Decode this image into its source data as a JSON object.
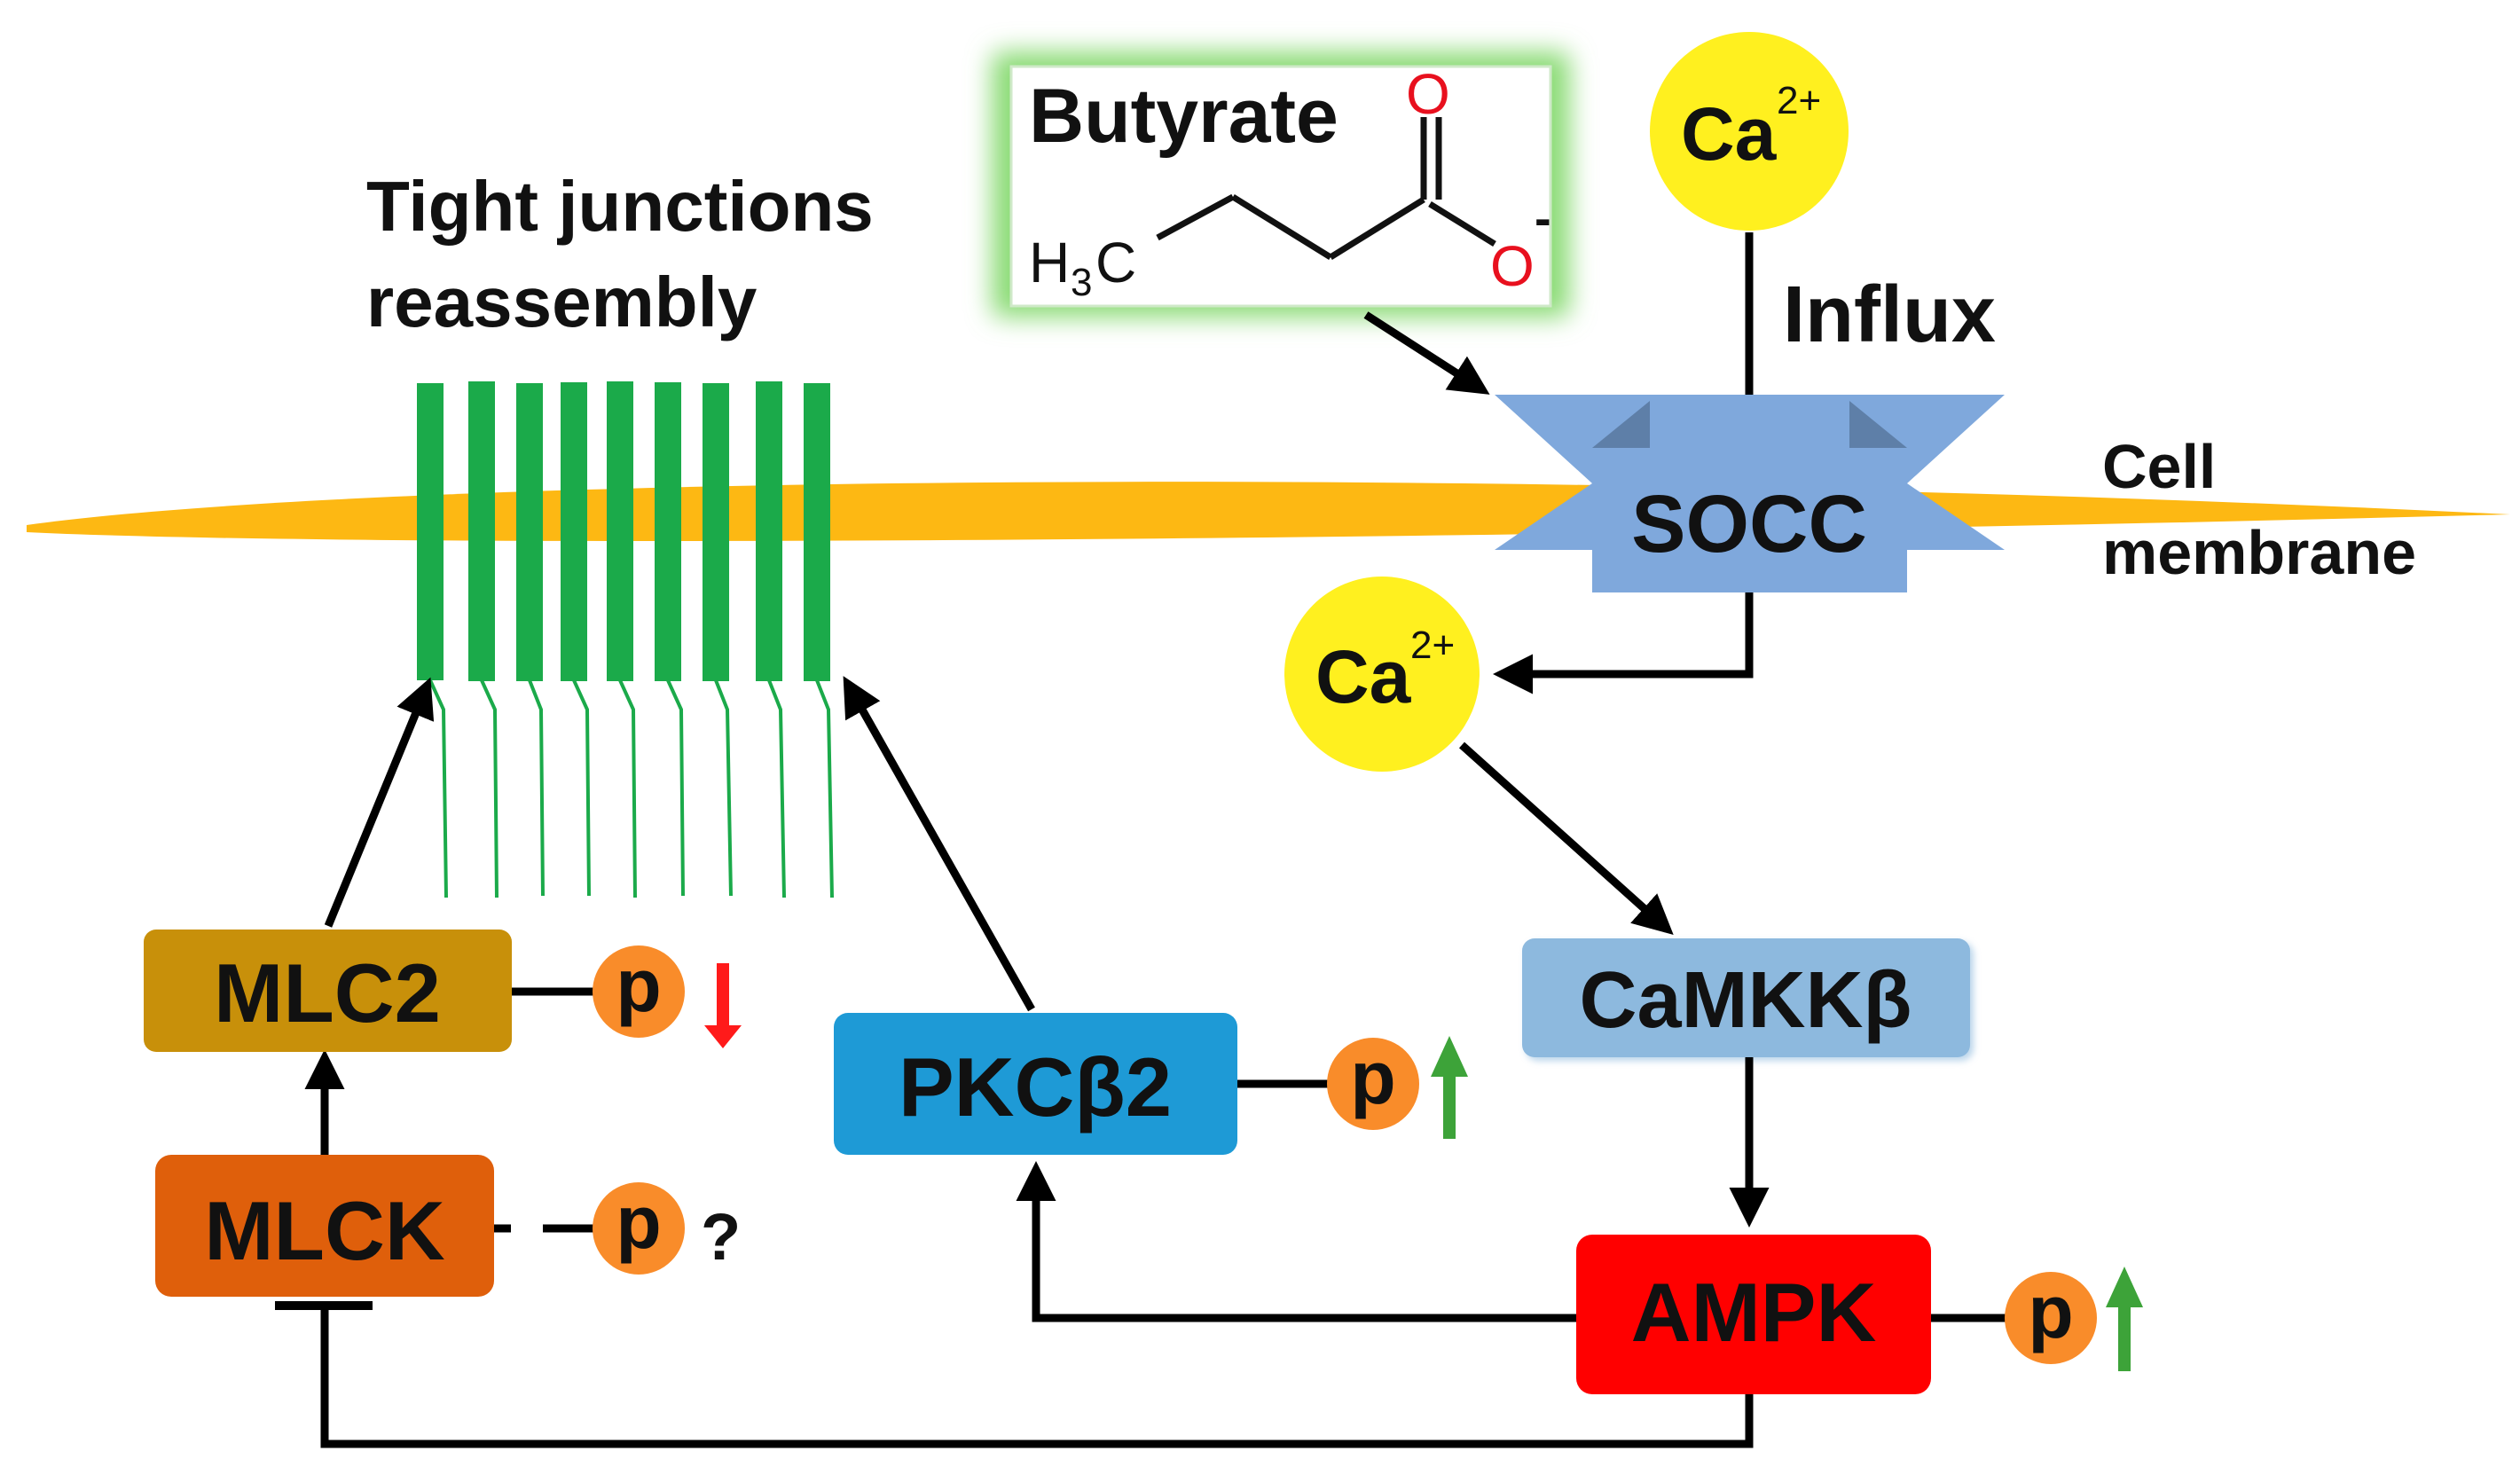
{
  "diagram": {
    "tight_junctions_label_line1": "Tight junctions",
    "tight_junctions_label_line2": "reassembly",
    "butyrate": {
      "label": "Butyrate",
      "methyl_h": "H",
      "methyl_sub": "3",
      "methyl_c": "C",
      "carbonyl_o": "O",
      "anion_o": "O",
      "anion_charge": "-"
    },
    "calcium_top": {
      "symbol": "Ca",
      "charge": "2+"
    },
    "influx_label": "Influx",
    "socc_label": "SOCC",
    "cell_membrane_line1": "Cell",
    "cell_membrane_line2": "membrane",
    "calcium_inner": {
      "symbol": "Ca",
      "charge": "2+"
    },
    "camkkb_label": "CaMKKβ",
    "ampk_label": "AMPK",
    "pkcb2_label": "PKCβ2",
    "mlc2_label": "MLC2",
    "mlck_label": "MLCK",
    "phospho_label": "p",
    "unknown_marker": "?"
  },
  "colors": {
    "membrane": "#FDB813",
    "tight_junction": "#1BAA4A",
    "calcium": "#FFF01F",
    "socc": "#7FA8DC",
    "socc_dark": "#5E7FA8",
    "camkkb": "#8DB9DE",
    "ampk": "#FF0000",
    "pkcb2": "#1E9AD6",
    "mlc2": "#C8900A",
    "mlck": "#DF5F0B",
    "phospho": "#F98C2A",
    "arrow_up": "#3DA339",
    "arrow_down": "#FF1A1A",
    "oxygen": "#E8101E",
    "butyrate_glow": "#8BDB76"
  }
}
